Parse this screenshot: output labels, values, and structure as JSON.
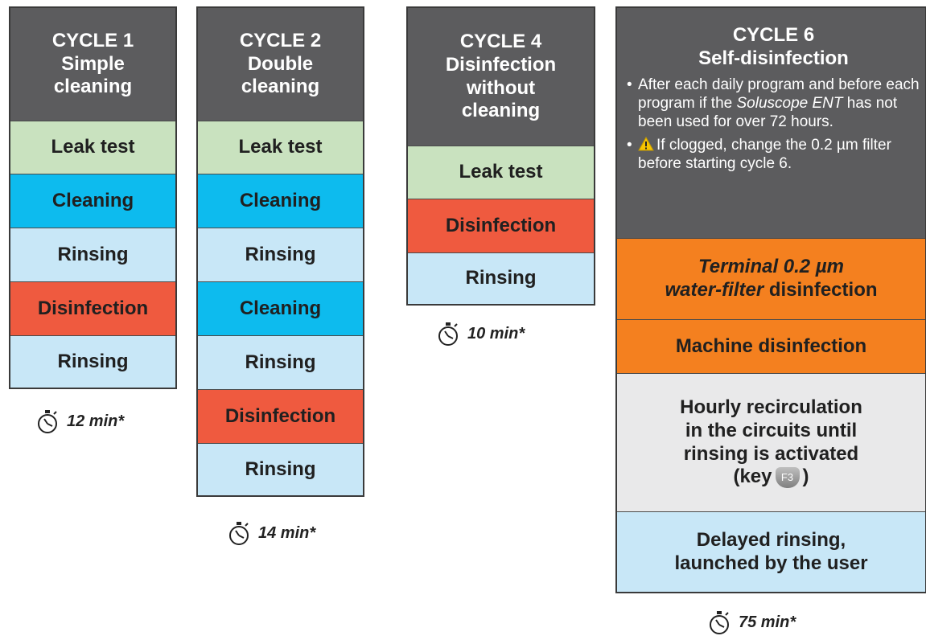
{
  "cycle1": {
    "header": [
      "CYCLE 1",
      "Simple",
      "cleaning"
    ],
    "steps": [
      "Leak test",
      "Cleaning",
      "Rinsing",
      "Disinfection",
      "Rinsing"
    ],
    "time": "12 min*"
  },
  "cycle2": {
    "header": [
      "CYCLE 2",
      "Double",
      "cleaning"
    ],
    "steps": [
      "Leak test",
      "Cleaning",
      "Rinsing",
      "Cleaning",
      "Rinsing",
      "Disinfection",
      "Rinsing"
    ],
    "time": "14 min*"
  },
  "cycle4": {
    "header": [
      "CYCLE 4",
      "Disinfection",
      "without",
      "cleaning"
    ],
    "steps": [
      "Leak test",
      "Disinfection",
      "Rinsing"
    ],
    "time": "10 min*"
  },
  "cycle6": {
    "header": [
      "CYCLE 6",
      "Self-disinfection"
    ],
    "note1": {
      "bullet": "•",
      "before": "After each daily program and before each program if the ",
      "product": "Soluscope ENT",
      "after": " has not been used for over 72 hours."
    },
    "note2": {
      "bullet": "•",
      "icon": "warning-icon",
      "text": "If clogged, change the 0.2 µm filter before starting cycle 6."
    },
    "terminal": {
      "italic1": "Terminal 0.2 µm",
      "italic2": "water-filter",
      "rest": " disinfection"
    },
    "machine": "Machine disinfection",
    "recirculation": {
      "lines": [
        "Hourly recirculation",
        "in the circuits until",
        "rinsing is activated"
      ],
      "key_prefix": "(key",
      "key_label": "F3",
      "key_suffix": ")"
    },
    "delayed": [
      "Delayed rinsing,",
      "launched by the user"
    ],
    "time": "75 min*"
  },
  "colors": {
    "header": "#5c5c5e",
    "leak_test": "#c9e2bf",
    "cleaning": "#0dbbee",
    "rinsing": "#c8e7f7",
    "disinfection": "#ef5a3f",
    "filter_machine": "#f4801f",
    "recirculation": "#e9e9ea"
  },
  "icons": {
    "timer": "stopwatch-icon",
    "warning": "warning-icon",
    "key": "f3-key-icon"
  }
}
